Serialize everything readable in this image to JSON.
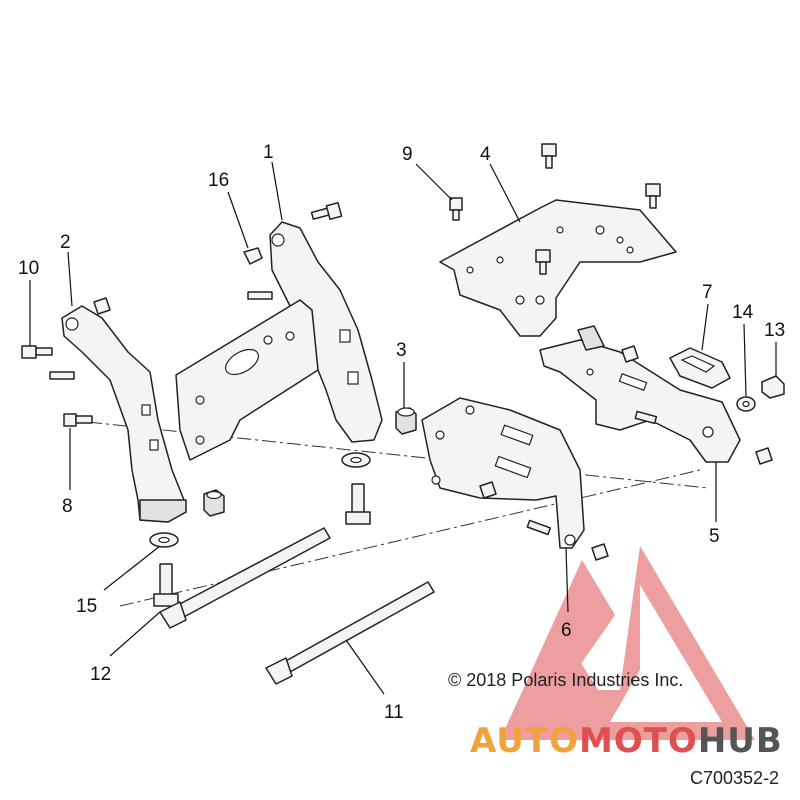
{
  "callouts": [
    "1",
    "2",
    "3",
    "4",
    "5",
    "6",
    "7",
    "8",
    "9",
    "10",
    "11",
    "12",
    "13",
    "14",
    "15",
    "16"
  ],
  "copyright": "© 2018 Polaris Industries Inc.",
  "diagram_id": "C700352-2",
  "watermark": {
    "part1": "AUTO",
    "part2": "MOTO",
    "part3": "HUB",
    "color_red": "#e03a3a",
    "color_orange": "#f2a23a",
    "color_gray": "#555555"
  }
}
